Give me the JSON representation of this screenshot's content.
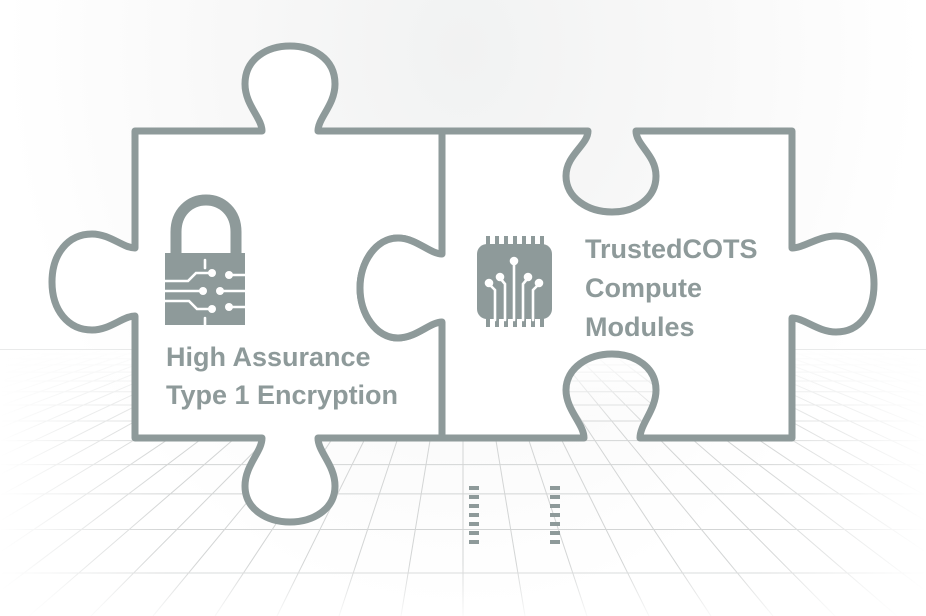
{
  "diagram": {
    "left_piece": {
      "icon": "padlock-circuit-icon",
      "lines": [
        "High Assurance",
        "Type 1 Encryption"
      ]
    },
    "right_piece": {
      "icon": "microchip-icon",
      "lines": [
        "TrustedCOTS",
        "Compute",
        "Modules"
      ]
    }
  },
  "colors": {
    "outline": "#8e9a9a",
    "icon": "#8e9a9a",
    "text": "#8e9a9a",
    "piece_fill": "#ffffff",
    "grid": "#d3d5d5"
  }
}
